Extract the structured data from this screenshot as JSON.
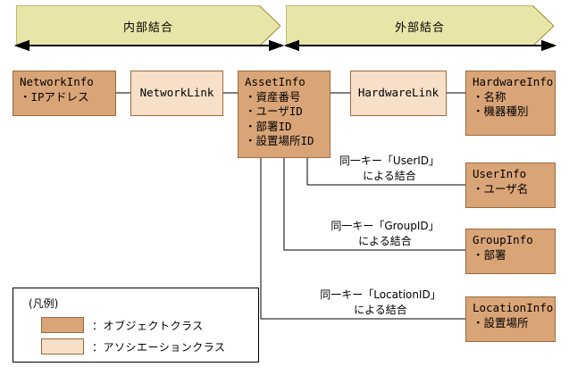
{
  "colors": {
    "object_class_fill": "#d9a577",
    "assoc_class_fill": "#f7dfc8",
    "banner_fill": "#e8e5a8",
    "box_border": "#9b6a3f",
    "line": "#000000"
  },
  "banners": [
    {
      "label": "内部結合"
    },
    {
      "label": "外部結合"
    }
  ],
  "nodes": {
    "network_info": {
      "title": "NetworkInfo",
      "attrs": [
        "・IPアドレス"
      ],
      "kind": "object-class"
    },
    "network_link": {
      "title": "NetworkLink",
      "attrs": [],
      "kind": "assoc-class"
    },
    "asset_info": {
      "title": "AssetInfo",
      "attrs": [
        "・資産番号",
        "・ユーザID",
        "・部署ID",
        "・設置場所ID"
      ],
      "kind": "object-class"
    },
    "hardware_link": {
      "title": "HardwareLink",
      "attrs": [],
      "kind": "assoc-class"
    },
    "hardware_info": {
      "title": "HardwareInfo",
      "attrs": [
        "・名称",
        "・機器種別"
      ],
      "kind": "object-class"
    },
    "user_info": {
      "title": "UserInfo",
      "attrs": [
        "・ユーザ名"
      ],
      "kind": "object-class"
    },
    "group_info": {
      "title": "GroupInfo",
      "attrs": [
        "・部署"
      ],
      "kind": "object-class"
    },
    "location_info": {
      "title": "LocationInfo",
      "attrs": [
        "・設置場所"
      ],
      "kind": "object-class"
    }
  },
  "join_labels": {
    "user": {
      "line1": "同一キー「UserID」",
      "line2": "による結合"
    },
    "group": {
      "line1": "同一キー「GroupID」",
      "line2": "による結合"
    },
    "location": {
      "line1": "同一キー「LocationID」",
      "line2": "による結合"
    }
  },
  "legend": {
    "title": "(凡例)",
    "rows": [
      {
        "swatch": "object-class",
        "text": "：オブジェクトクラス"
      },
      {
        "swatch": "assoc-class",
        "text": "：アソシエーションクラス"
      }
    ]
  }
}
